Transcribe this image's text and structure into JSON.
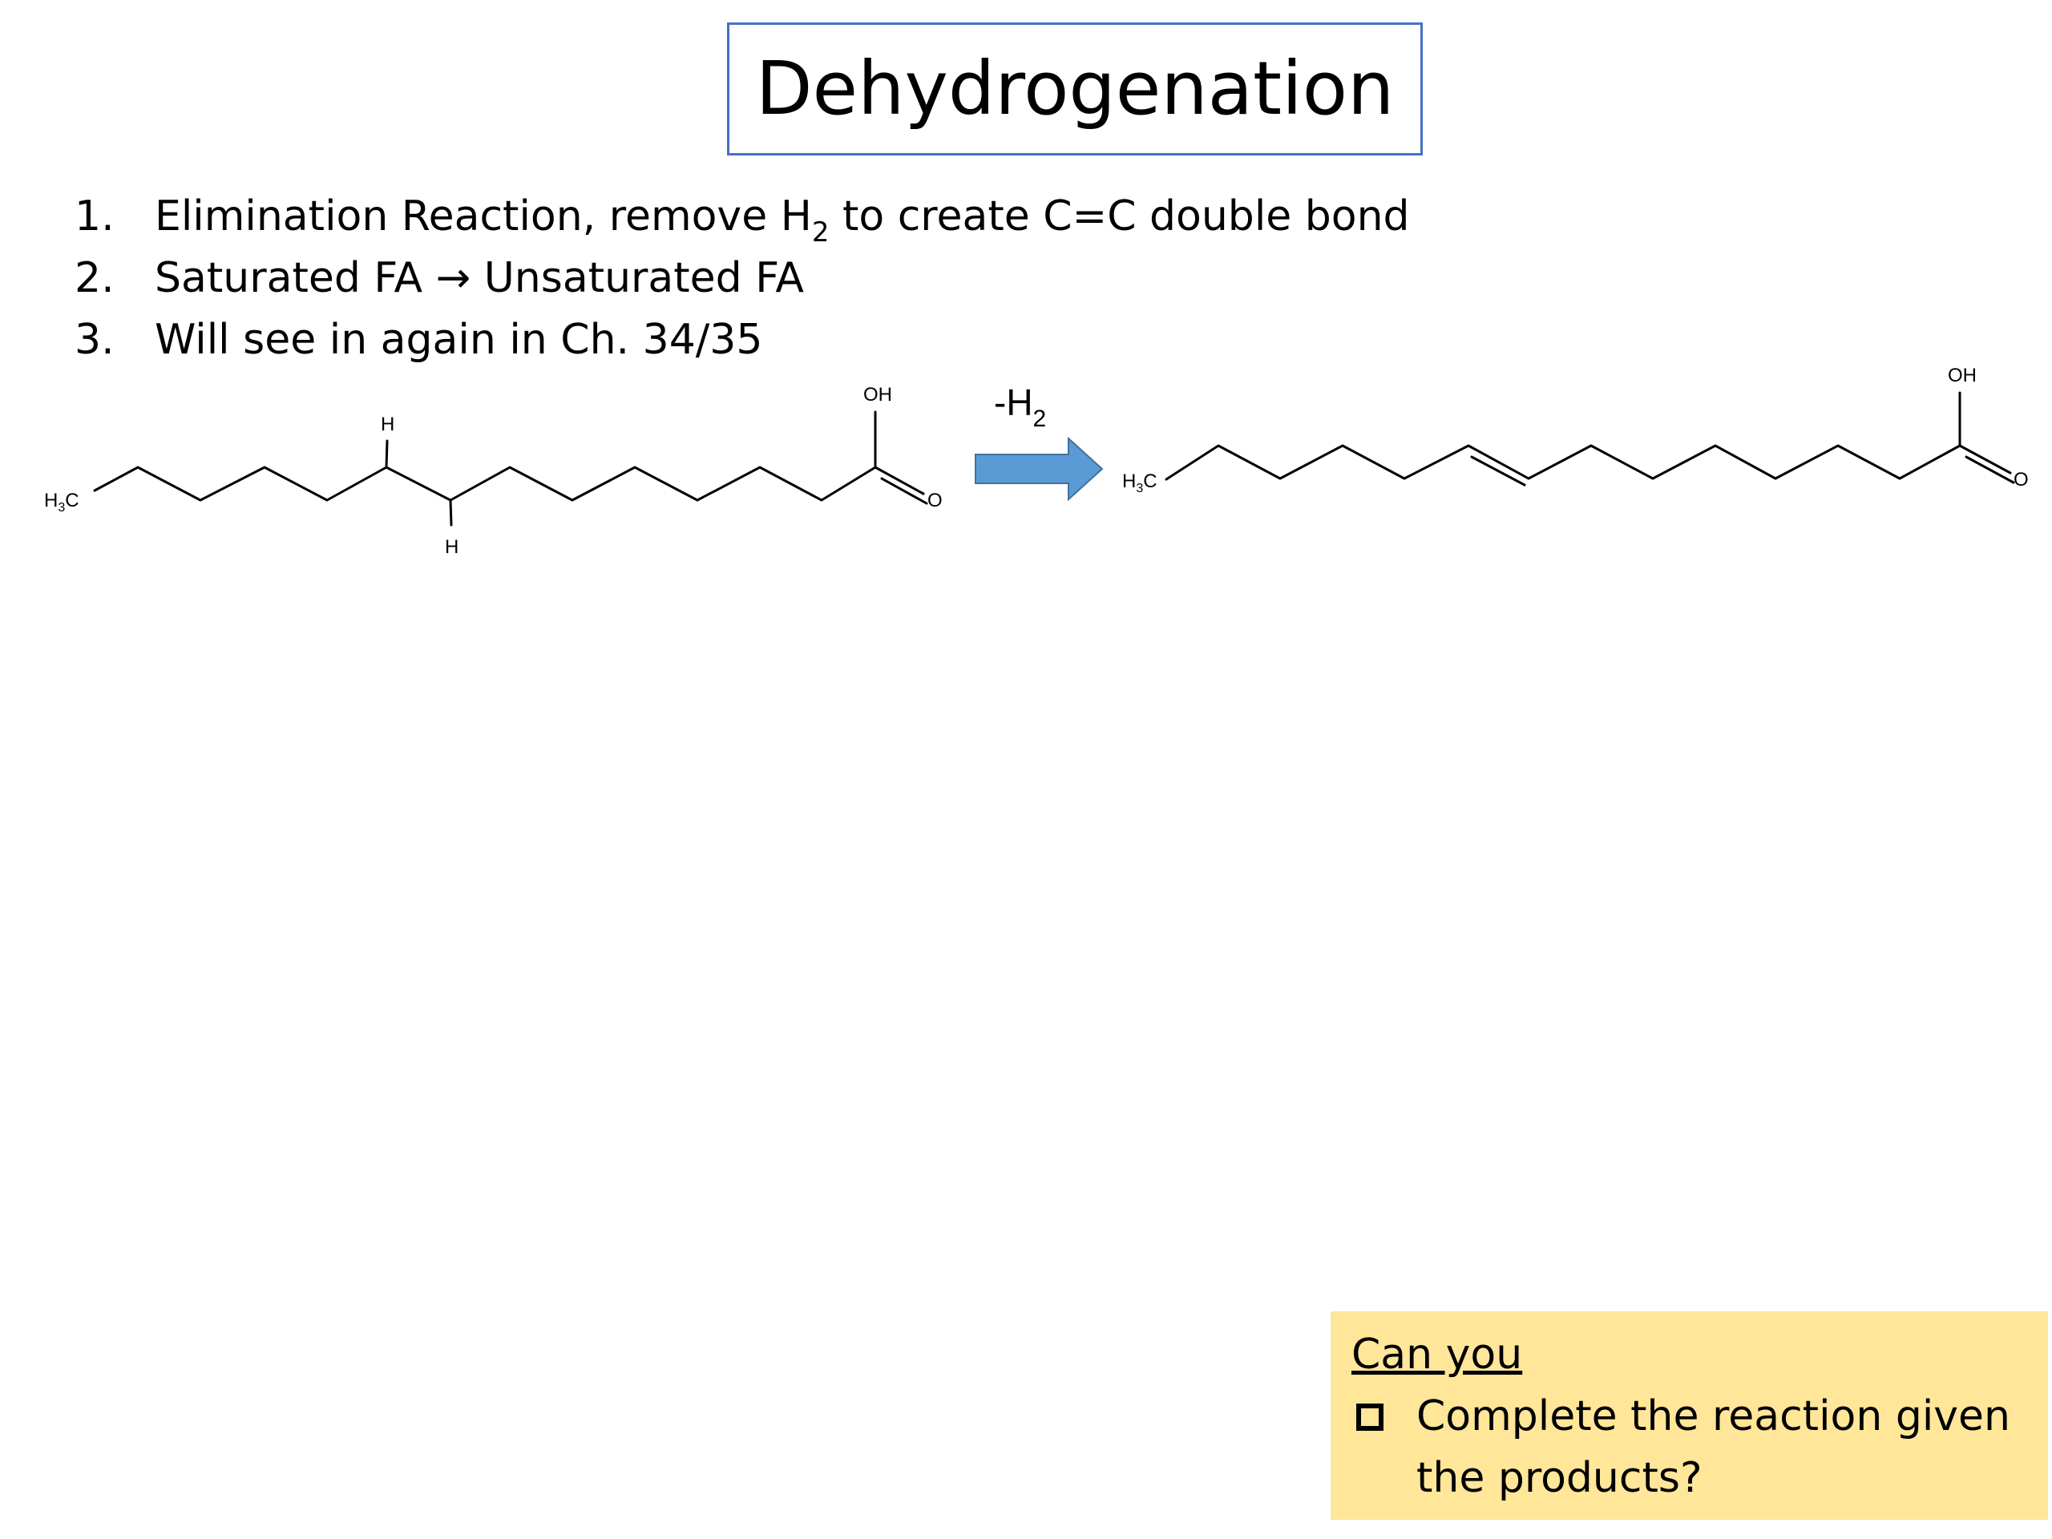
{
  "slide": {
    "title": "Dehydrogenation",
    "list": [
      {
        "num": "1.",
        "pre": "Elimination Reaction, remove H",
        "sub": "2",
        "post": " to create C=C double bond"
      },
      {
        "num": "2.",
        "text": "Saturated FA → Unsaturated FA"
      },
      {
        "num": "3.",
        "text": "Will see in again in Ch. 34/35"
      }
    ],
    "reaction": {
      "arrow_label": "-H",
      "arrow_label_sub": "2",
      "arrow_color": "#5B9BD5",
      "reactant": {
        "methyl": "H",
        "methyl_sub": "3",
        "methyl_c": "C",
        "h_top": "H",
        "h_bottom": "H",
        "oh": "OH",
        "o": "O"
      },
      "product": {
        "methyl": "H",
        "methyl_sub": "3",
        "methyl_c": "C",
        "oh": "OH",
        "o": "O"
      }
    },
    "callout": {
      "heading": "Can you",
      "item": "Complete the reaction given the products?",
      "background": "#FFE699"
    }
  }
}
